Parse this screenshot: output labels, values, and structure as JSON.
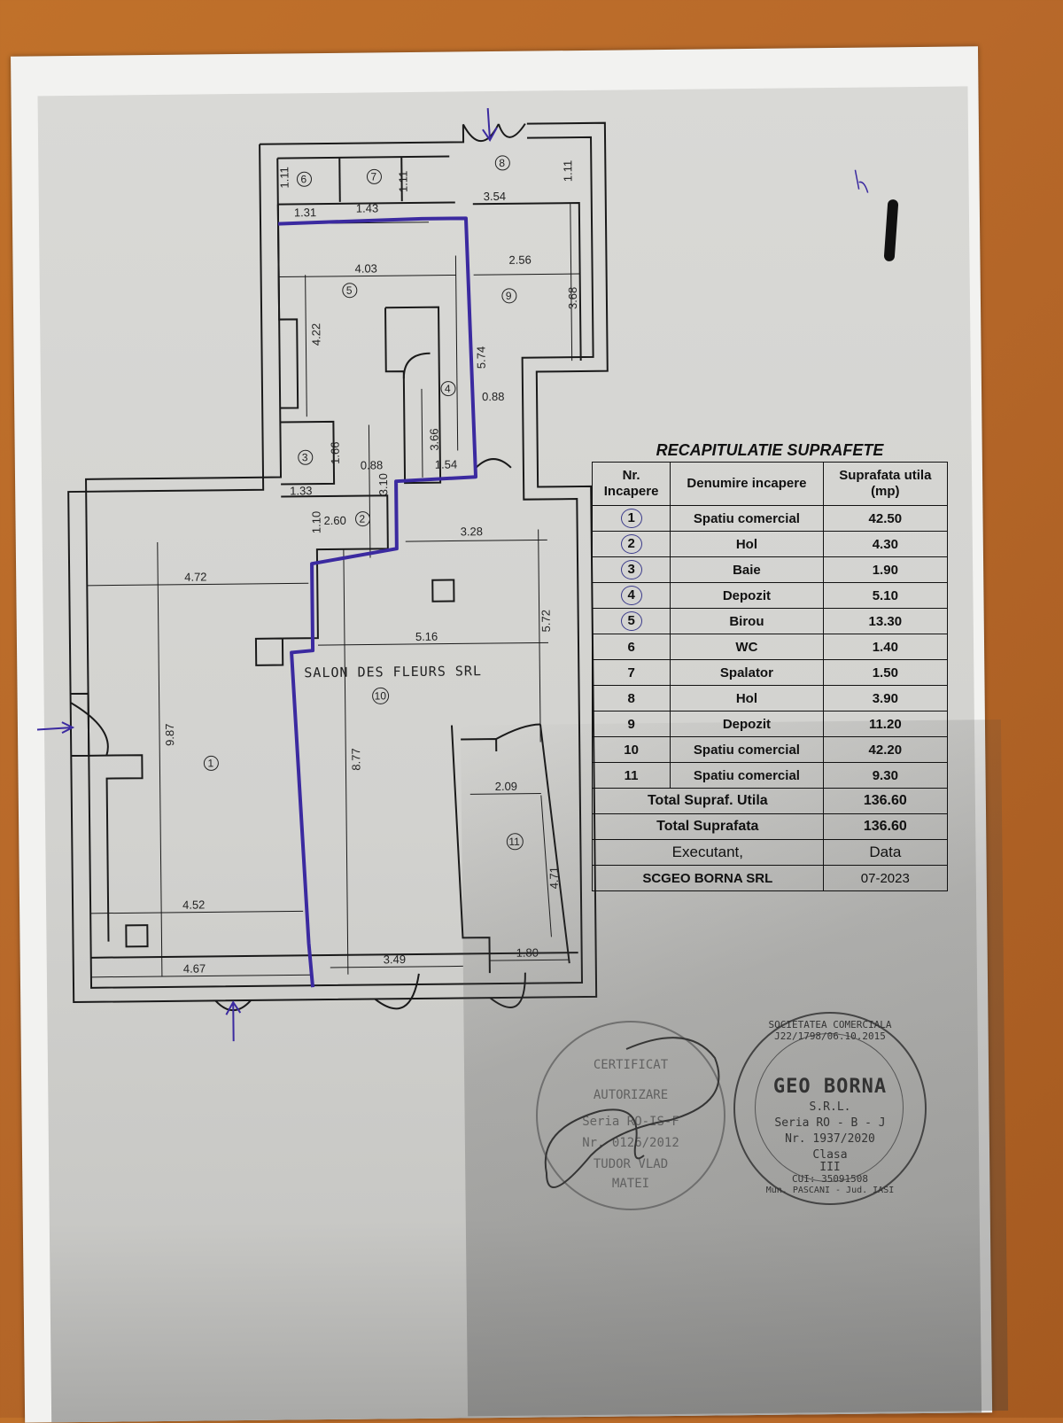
{
  "plan": {
    "firm_label": "SALON DES FLEURS SRL",
    "dimensions": [
      "1.11",
      "1.31",
      "1.43",
      "1.11",
      "3.54",
      "1.11",
      "4.03",
      "2.56",
      "3.68",
      "4.22",
      "5.74",
      "0.88",
      "3.66",
      "1.54",
      "1.66",
      "0.88",
      "3.10",
      "1.33",
      "1.10",
      "2.60",
      "3.28",
      "4.72",
      "5.16",
      "5.72",
      "9.87",
      "8.77",
      "2.09",
      "4.71",
      "4.52",
      "4.67",
      "3.49",
      "1.80"
    ],
    "room_numbers": [
      "1",
      "2",
      "3",
      "4",
      "5",
      "6",
      "7",
      "8",
      "9",
      "10",
      "11"
    ]
  },
  "summary": {
    "title": "RECAPITULATIE SUPRAFETE",
    "headers": [
      "Nr. Incapere",
      "Denumire incapere",
      "Suprafata utila (mp)"
    ],
    "rows": [
      {
        "nr": "1",
        "name": "Spatiu comercial",
        "area": "42.50"
      },
      {
        "nr": "2",
        "name": "Hol",
        "area": "4.30"
      },
      {
        "nr": "3",
        "name": "Baie",
        "area": "1.90"
      },
      {
        "nr": "4",
        "name": "Depozit",
        "area": "5.10"
      },
      {
        "nr": "5",
        "name": "Birou",
        "area": "13.30"
      },
      {
        "nr": "6",
        "name": "WC",
        "area": "1.40"
      },
      {
        "nr": "7",
        "name": "Spalator",
        "area": "1.50"
      },
      {
        "nr": "8",
        "name": "Hol",
        "area": "3.90"
      },
      {
        "nr": "9",
        "name": "Depozit",
        "area": "11.20"
      },
      {
        "nr": "10",
        "name": "Spatiu comercial",
        "area": "42.20"
      },
      {
        "nr": "11",
        "name": "Spatiu comercial",
        "area": "9.30"
      }
    ],
    "total_util_label": "Total Supraf. Utila",
    "total_util_value": "136.60",
    "total_label": "Total Suprafata",
    "total_value": "136.60",
    "executant_label": "Executant,",
    "date_label": "Data",
    "executant_value": "SCGEO BORNA SRL",
    "date_value": "07-2023"
  },
  "stamp_right": {
    "arc": "SOCIETATEA COMERCIALA J22/1798/06.10.2015",
    "name": "GEO BORNA",
    "srl": "S.R.L.",
    "serie": "Seria RO - B - J",
    "nr": "Nr. 1937/2020",
    "clasa": "Clasa",
    "clasa_val": "III",
    "cui": "CUI: 35091508",
    "loc": "Mun. PASCANI - Jud. IASI"
  },
  "stamp_left": {
    "l1": "CERTIFICAT",
    "l2": "AUTORIZARE",
    "l3": "Seria RO-IS-F",
    "l4": "Nr. 0126/2012",
    "l5": "TUDOR VLAD",
    "l6": "MATEI"
  }
}
